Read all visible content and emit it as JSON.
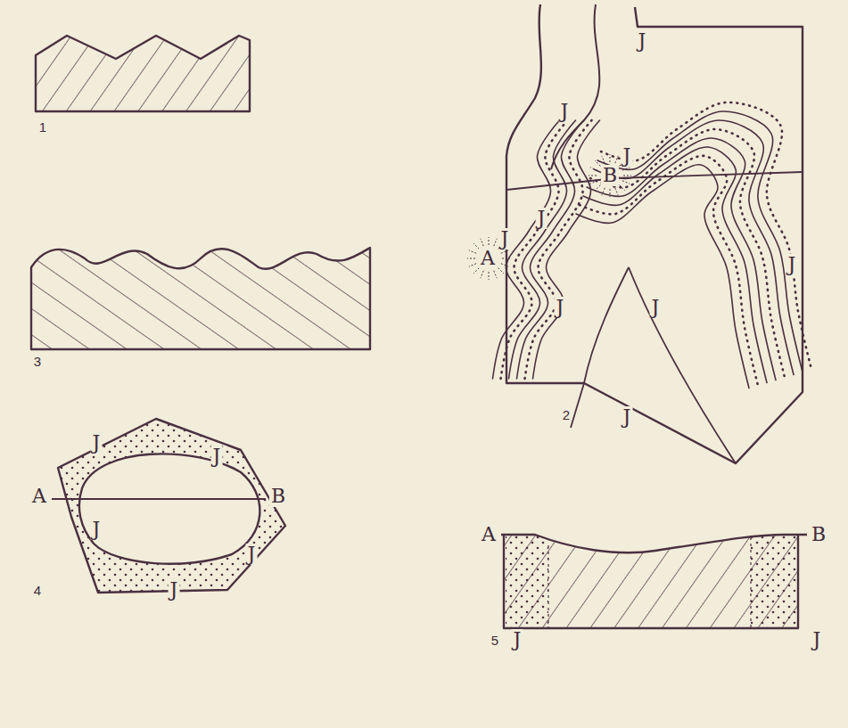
{
  "diagram": {
    "labels": [
      "1",
      "J",
      "J",
      "J",
      "B",
      "J",
      "J",
      "A",
      "J",
      "3",
      "J",
      "J",
      "2",
      "J",
      "J",
      "J",
      "A",
      "B",
      "J",
      "J",
      "4",
      "J",
      "A",
      "B",
      "5",
      "J",
      "J"
    ]
  }
}
